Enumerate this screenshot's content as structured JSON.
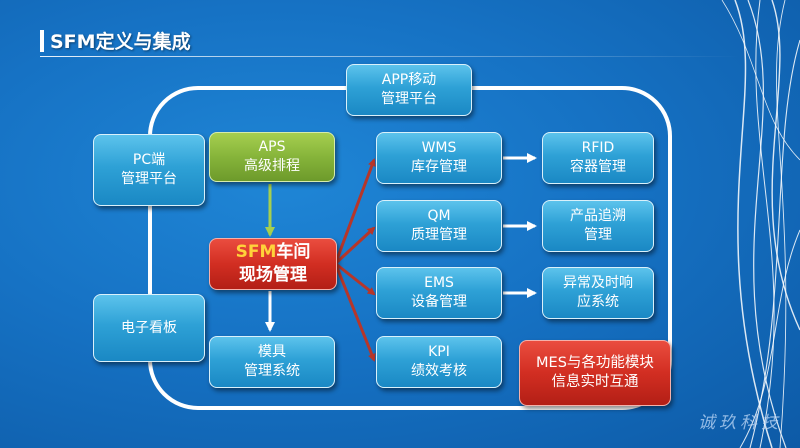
{
  "title": "SFM定义与集成",
  "nodes": {
    "app": [
      "APP移动",
      "管理平台"
    ],
    "pc": [
      "PC端",
      "管理平台"
    ],
    "kanban": [
      "电子看板"
    ],
    "aps": [
      "APS",
      "高级排程"
    ],
    "sfm_hl": "SFM",
    "sfm_rest": "车间",
    "sfm_line2": "现场管理",
    "mould": [
      "模具",
      "管理系统"
    ],
    "wms": [
      "WMS",
      "库存管理"
    ],
    "qm": [
      "QM",
      "质理管理"
    ],
    "ems": [
      "EMS",
      "设备管理"
    ],
    "kpi": [
      "KPI",
      "绩效考核"
    ],
    "rfid": [
      "RFID",
      "容器管理"
    ],
    "trace": [
      "产品追溯",
      "管理"
    ],
    "andon": [
      "异常及时响",
      "应系统"
    ],
    "mes": [
      "MES与各功能模块",
      "信息实时互通"
    ]
  },
  "watermark": "诚玖科技"
}
